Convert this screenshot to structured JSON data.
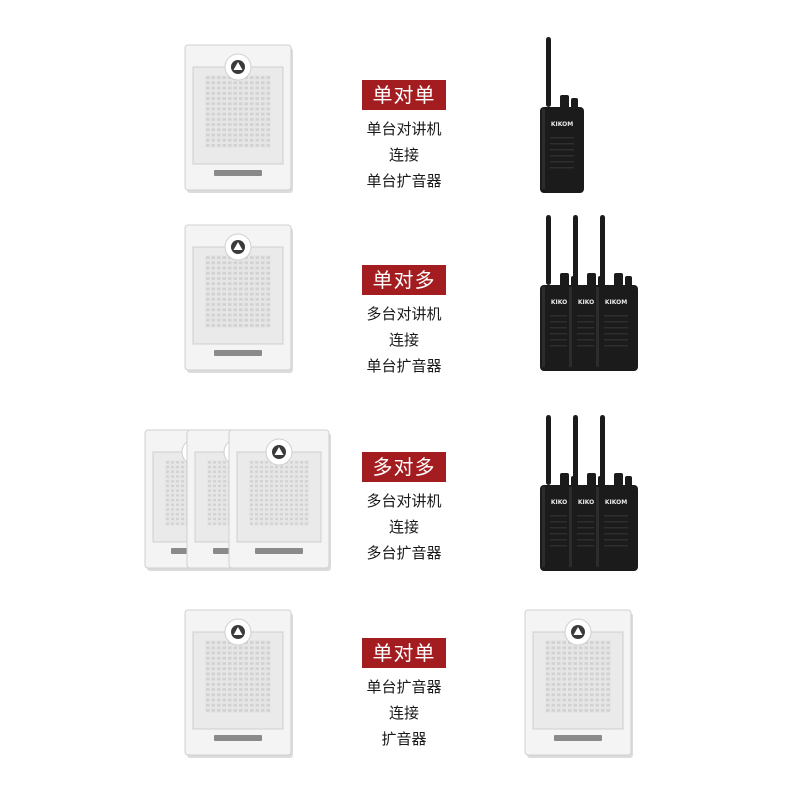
{
  "rows": [
    {
      "label": "单对单",
      "lines": [
        "单台对讲机",
        "连接",
        "单台扩音器"
      ],
      "left": {
        "type": "speaker",
        "count": 1
      },
      "right": {
        "type": "radio",
        "count": 1
      }
    },
    {
      "label": "单对多",
      "lines": [
        "多台对讲机",
        "连接",
        "单台扩音器"
      ],
      "left": {
        "type": "speaker",
        "count": 1
      },
      "right": {
        "type": "radio",
        "count": 3
      }
    },
    {
      "label": "多对多",
      "lines": [
        "多台对讲机",
        "连接",
        "多台扩音器"
      ],
      "left": {
        "type": "speaker",
        "count": 3
      },
      "right": {
        "type": "radio",
        "count": 3
      }
    },
    {
      "label": "单对单",
      "lines": [
        "单台扩音器",
        "连接",
        "扩音器"
      ],
      "left": {
        "type": "speaker",
        "count": 1
      },
      "right": {
        "type": "speaker",
        "count": 1
      }
    }
  ],
  "radio_brand": "KIKOM",
  "colors": {
    "badge": "#a31c1f",
    "radio": "#1b1b1b",
    "speaker_body": "#f4f4f4",
    "speaker_grille": "#d2d2d2"
  }
}
